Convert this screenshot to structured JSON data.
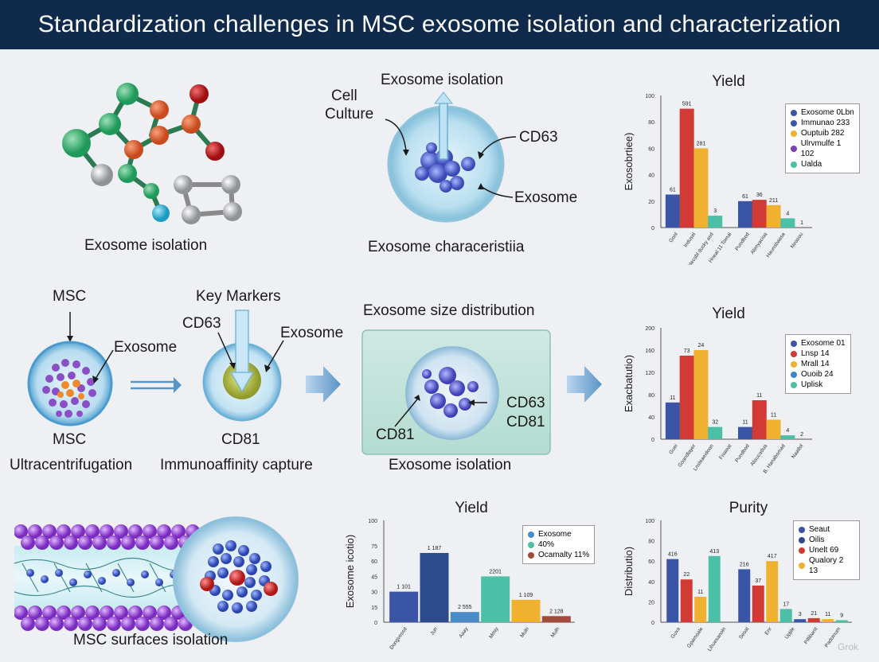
{
  "title": "Standardization challenges in MSC exosome isolation and characterization",
  "row1": {
    "molecule_caption": "Exosome isolation",
    "cell_header": "Exosome isolation",
    "cell_culture_label": [
      "Cell",
      "Culture"
    ],
    "cd63_label": "CD63",
    "exosome_label": "Exosome",
    "cell_caption": "Exosome characeristiia"
  },
  "row2": {
    "msc_top": "MSC",
    "exosome_left": "Exosome",
    "msc_bottom": "MSC",
    "ultra_caption": "Ultracentrifugation",
    "key_markers": "Key Markers",
    "cd63_left": "CD63",
    "exosome_right": "Exosome",
    "cd81_bottom": "CD81",
    "immuno_caption": "Immunoaffinity capture",
    "size_header": "Exosome size distribution",
    "panel_cd63": "CD63",
    "panel_cd81_right": "CD81",
    "panel_cd81_left": "CD81",
    "size_caption": "Exosome isolation"
  },
  "row3": {
    "surface_caption": "MSC surfaces isolation"
  },
  "watermark": "Grok",
  "chart_data": [
    {
      "id": "yield-top",
      "type": "bar",
      "title": "Yield",
      "ylabel": "Exosobrtiee)",
      "ylim": [
        0,
        100
      ],
      "yticks": [
        0,
        20,
        40,
        60,
        80,
        100
      ],
      "bars": [
        {
          "value": 25,
          "label": "61",
          "color": "#3b55a6"
        },
        {
          "value": 90,
          "label": "591",
          "color": "#d23b35"
        },
        {
          "value": 60,
          "label": "281",
          "color": "#f0b030"
        },
        {
          "value": 9,
          "label": "3",
          "color": "#4cc0a6"
        },
        {
          "value": 20,
          "label": "61",
          "color": "#3b55a6"
        },
        {
          "value": 21,
          "label": "36",
          "color": "#d23b35"
        },
        {
          "value": 17,
          "label": "211",
          "color": "#f0b030"
        },
        {
          "value": 7,
          "label": "4",
          "color": "#4cc0a6"
        },
        {
          "value": 0,
          "label": "1",
          "color": "#4cc0a6"
        }
      ],
      "xticks": [
        "Gonl",
        "Indusel",
        "Hecsbl ducky asd",
        "Hneal 11 Tomal",
        "Pundbod",
        "Alimyacioa",
        "Haunsbaasa",
        "Neasou"
      ],
      "legend": [
        {
          "name": "Exosome 0Lbn",
          "color": "#3b55a6"
        },
        {
          "name": "Immunao 233",
          "color": "#3b55a6"
        },
        {
          "name": "Ouptuib 282",
          "color": "#f0b030"
        },
        {
          "name": "Ulrvmulfe 1 102",
          "color": "#7a3fb0"
        },
        {
          "name": "Ualda",
          "color": "#4cc0a6"
        }
      ]
    },
    {
      "id": "yield-mid",
      "type": "bar",
      "title": "Yield",
      "ylabel": "Exacbatutio)",
      "ylim": [
        0,
        200
      ],
      "yticks": [
        0,
        40,
        80,
        120,
        160,
        200
      ],
      "bars": [
        {
          "value": 66,
          "label": "11",
          "color": "#3b55a6"
        },
        {
          "value": 150,
          "label": "73",
          "color": "#d23b35"
        },
        {
          "value": 160,
          "label": "24",
          "color": "#f0b030"
        },
        {
          "value": 22,
          "label": "32",
          "color": "#4cc0a6"
        },
        {
          "value": 22,
          "label": "11",
          "color": "#3b55a6"
        },
        {
          "value": 70,
          "label": "11",
          "color": "#d23b35"
        },
        {
          "value": 35,
          "label": "11",
          "color": "#f0b030"
        },
        {
          "value": 7,
          "label": "4",
          "color": "#4cc0a6"
        },
        {
          "value": 0,
          "label": "2",
          "color": "#4cc0a6"
        }
      ],
      "xticks": [
        "Guei",
        "Goandlayer",
        "Lnsteaeidoon",
        "Fnaieat",
        "Pundbod",
        "Alisucadua",
        "B. Hanabsmad",
        "Naatlol"
      ],
      "legend": [
        {
          "name": "Exosome 01",
          "color": "#3b55a6"
        },
        {
          "name": "Lnsp 14",
          "color": "#d23b35"
        },
        {
          "name": "Mrall 14",
          "color": "#f0b030"
        },
        {
          "name": "Ouoib 24",
          "color": "#3b86c8"
        },
        {
          "name": "Uplisk",
          "color": "#4cc0a6"
        }
      ]
    },
    {
      "id": "yield-bottom",
      "type": "bar",
      "title": "Yield",
      "ylabel": "Exosome icotio)",
      "ylim": [
        0,
        100
      ],
      "yticks": [
        0,
        15,
        30,
        45,
        60,
        75,
        100
      ],
      "bars": [
        {
          "value": 30,
          "label": "1 101",
          "color": "#3b55a6"
        },
        {
          "value": 68,
          "label": "1 187",
          "color": "#2d4a8c"
        },
        {
          "value": 10,
          "label": "2 555",
          "color": "#4a8cc8"
        },
        {
          "value": 45,
          "label": "2201",
          "color": "#4cc0a6"
        },
        {
          "value": 22,
          "label": "1 109",
          "color": "#f0b030"
        },
        {
          "value": 6,
          "label": "2 128",
          "color": "#a34a3a"
        }
      ],
      "xticks": [
        "Dongvessd",
        "Jun",
        "Aaay",
        "Mmiy",
        "Muln",
        "Mulh"
      ],
      "legend": [
        {
          "name": "Exosome",
          "color": "#4a8cc8"
        },
        {
          "name": "40%",
          "color": "#4cc0a6"
        },
        {
          "name": "Ocamalty 11%",
          "color": "#a34a3a"
        }
      ]
    },
    {
      "id": "purity-bottom",
      "type": "bar",
      "title": "Purity",
      "ylabel": "Distributio)",
      "ylim": [
        0,
        100
      ],
      "yticks": [
        0,
        20,
        40,
        60,
        80,
        100
      ],
      "bars": [
        {
          "value": 62,
          "label": "416",
          "color": "#3b55a6"
        },
        {
          "value": 42,
          "label": "22",
          "color": "#d23b35"
        },
        {
          "value": 25,
          "label": "11",
          "color": "#f0b030"
        },
        {
          "value": 65,
          "label": "413",
          "color": "#4cc0a6"
        },
        {
          "value": 52,
          "label": "216",
          "color": "#3b55a6"
        },
        {
          "value": 36,
          "label": "37",
          "color": "#d23b35"
        },
        {
          "value": 60,
          "label": "417",
          "color": "#f0b030"
        },
        {
          "value": 13,
          "label": "17",
          "color": "#4cc0a6"
        },
        {
          "value": 3,
          "label": "3",
          "color": "#3b55a6"
        },
        {
          "value": 4,
          "label": "21",
          "color": "#d23b35"
        },
        {
          "value": 3,
          "label": "11",
          "color": "#f0b030"
        },
        {
          "value": 2,
          "label": "9",
          "color": "#4cc0a6"
        }
      ],
      "xticks": [
        "Guxa",
        "Gpamoale",
        "Lihuesanoln",
        "Sesat",
        "Enr",
        "Upjile",
        "Pillibanit",
        "Padoinum"
      ],
      "legend": [
        {
          "name": "Seaut",
          "color": "#3b55a6"
        },
        {
          "name": "Oilis",
          "color": "#2d4a8c"
        },
        {
          "name": "Unelt 69",
          "color": "#d23b35"
        },
        {
          "name": "Qualory 2 13",
          "color": "#f0b030"
        }
      ]
    }
  ]
}
